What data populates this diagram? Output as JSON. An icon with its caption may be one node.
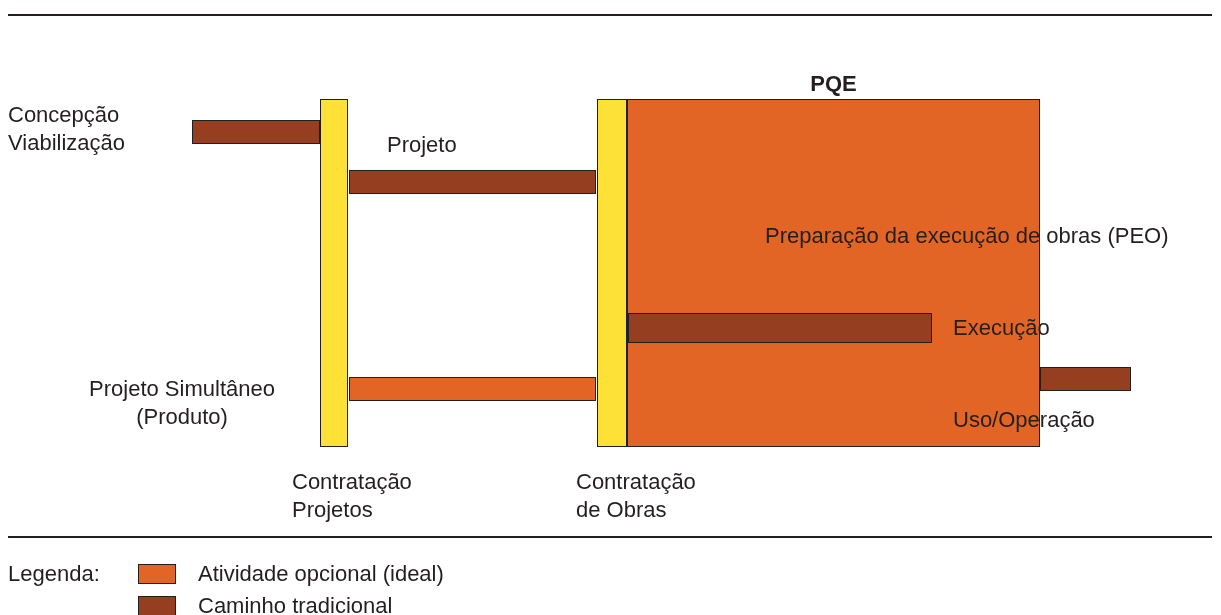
{
  "diagram": {
    "nodes": [
      {
        "text": [],
        "shape": "bar",
        "beside": [
          "Contratação Projetos"
        ]
      },
      {
        "text": [],
        "shape": "bar",
        "beside": [
          "Contratação de Obras"
        ]
      },
      {
        "text": [
          "PQE",
          "Preparação da execução de obras (PEO)"
        ]
      },
      {
        "text": [],
        "shape": "bar",
        "beside": [
          "Concepção Viabilização"
        ]
      },
      {
        "text": [],
        "shape": "bar",
        "beside": [
          "Projeto"
        ]
      },
      {
        "text": [],
        "shape": "bar",
        "beside": [
          "Projeto Simultâneo (Produto)"
        ]
      },
      {
        "text": [],
        "shape": "bar",
        "in": 2,
        "beside": [
          "Execução"
        ]
      },
      {
        "text": [],
        "shape": "bar",
        "beside": [
          "Uso/Operação"
        ]
      }
    ],
    "labels": [
      "Legenda:"
    ],
    "legend": [
      {
        "text": "Atividade opcional (ideal)",
        "color": "#e36526"
      },
      {
        "text": "Caminho tradicional",
        "color": "#963f20"
      }
    ]
  }
}
